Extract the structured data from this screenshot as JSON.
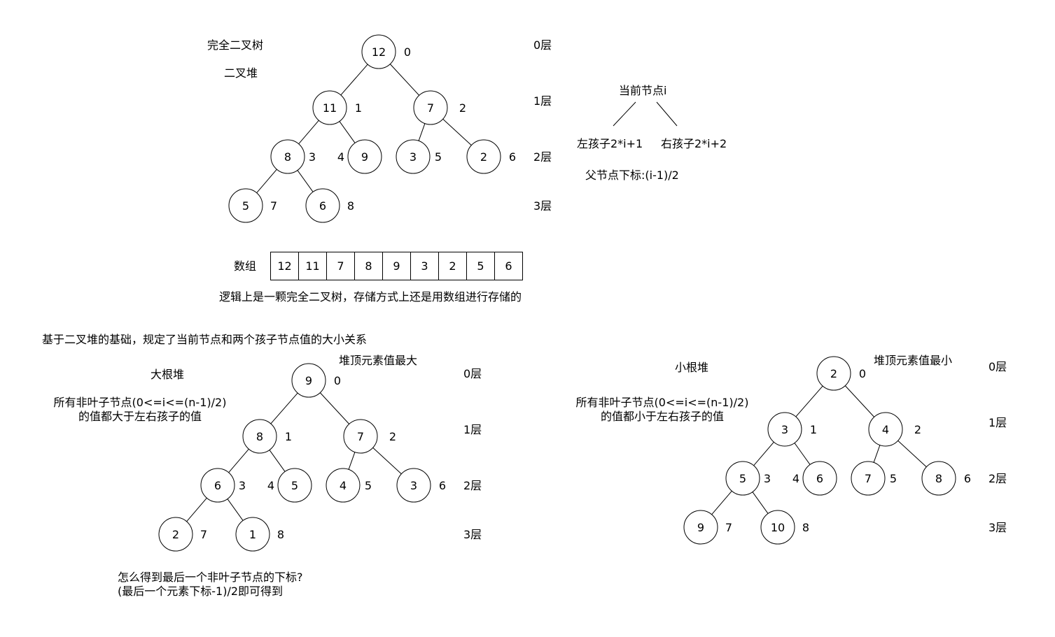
{
  "top": {
    "title1": "完全二叉树",
    "title2": "二叉堆",
    "levels": [
      "0层",
      "1层",
      "2层",
      "3层"
    ],
    "nodes": [
      {
        "v": "12",
        "i": "0"
      },
      {
        "v": "11",
        "i": "1"
      },
      {
        "v": "7",
        "i": "2"
      },
      {
        "v": "8",
        "i": "3"
      },
      {
        "v": "9",
        "i": "4"
      },
      {
        "v": "3",
        "i": "5"
      },
      {
        "v": "2",
        "i": "6"
      },
      {
        "v": "5",
        "i": "7"
      },
      {
        "v": "6",
        "i": "8"
      }
    ],
    "array_label": "数组",
    "array": [
      "12",
      "11",
      "7",
      "8",
      "9",
      "3",
      "2",
      "5",
      "6"
    ],
    "array_note": "逻辑上是一颗完全二叉树，存储方式上还是用数组进行存储的"
  },
  "rule": {
    "current": "当前节点i",
    "left_child": "左孩子2*i+1",
    "right_child": "右孩子2*i+2",
    "parent": "父节点下标:(i-1)/2"
  },
  "heap_intro": "基于二叉堆的基础，规定了当前节点和两个孩子节点值的大小关系",
  "max_heap": {
    "title": "大根堆",
    "top_note": "堆顶元素值最大",
    "desc_line1": "所有非叶子节点(0<=i<=(n-1)/2)",
    "desc_line2": "的值都大于左右孩子的值",
    "levels": [
      "0层",
      "1层",
      "2层",
      "3层"
    ],
    "nodes": [
      {
        "v": "9",
        "i": "0"
      },
      {
        "v": "8",
        "i": "1"
      },
      {
        "v": "7",
        "i": "2"
      },
      {
        "v": "6",
        "i": "3"
      },
      {
        "v": "5",
        "i": "4"
      },
      {
        "v": "4",
        "i": "5"
      },
      {
        "v": "3",
        "i": "6"
      },
      {
        "v": "2",
        "i": "7"
      },
      {
        "v": "1",
        "i": "8"
      }
    ],
    "question_line1": "怎么得到最后一个非叶子节点的下标?",
    "question_line2": "(最后一个元素下标-1)/2即可得到"
  },
  "min_heap": {
    "title": "小根堆",
    "top_note": "堆顶元素值最小",
    "desc_line1": "所有非叶子节点(0<=i<=(n-1)/2)",
    "desc_line2": "的值都小于左右孩子的值",
    "levels": [
      "0层",
      "1层",
      "2层",
      "3层"
    ],
    "nodes": [
      {
        "v": "2",
        "i": "0"
      },
      {
        "v": "3",
        "i": "1"
      },
      {
        "v": "4",
        "i": "2"
      },
      {
        "v": "5",
        "i": "3"
      },
      {
        "v": "6",
        "i": "4"
      },
      {
        "v": "7",
        "i": "5"
      },
      {
        "v": "8",
        "i": "6"
      },
      {
        "v": "9",
        "i": "7"
      },
      {
        "v": "10",
        "i": "8"
      }
    ]
  }
}
